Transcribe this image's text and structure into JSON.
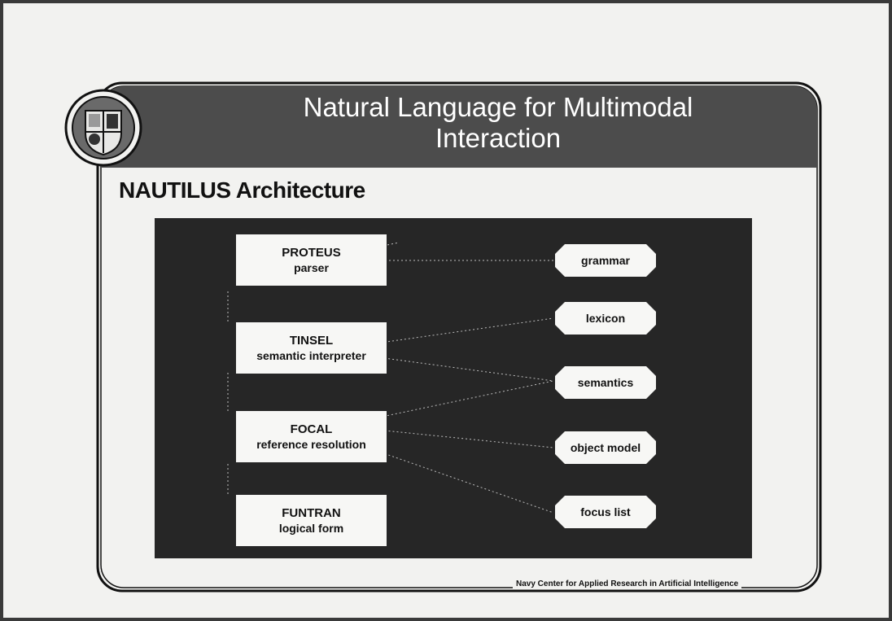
{
  "slide": {
    "title_line1": "Natural Language for Multimodal",
    "title_line2": "Interaction",
    "section_title": "NAUTILUS Architecture",
    "footer": "Navy Center for Applied Research in Artificial Intelligence"
  },
  "modules": [
    {
      "name": "PROTEUS",
      "sub": "parser"
    },
    {
      "name": "TINSEL",
      "sub": "semantic interpreter"
    },
    {
      "name": "FOCAL",
      "sub": "reference resolution"
    },
    {
      "name": "FUNTRAN",
      "sub": "logical form"
    }
  ],
  "resources": [
    "grammar",
    "lexicon",
    "semantics",
    "object model",
    "focus list"
  ],
  "colors": {
    "header": "#4c4c4c",
    "diagram_bg": "#262626",
    "box_fill": "#f7f7f5"
  }
}
